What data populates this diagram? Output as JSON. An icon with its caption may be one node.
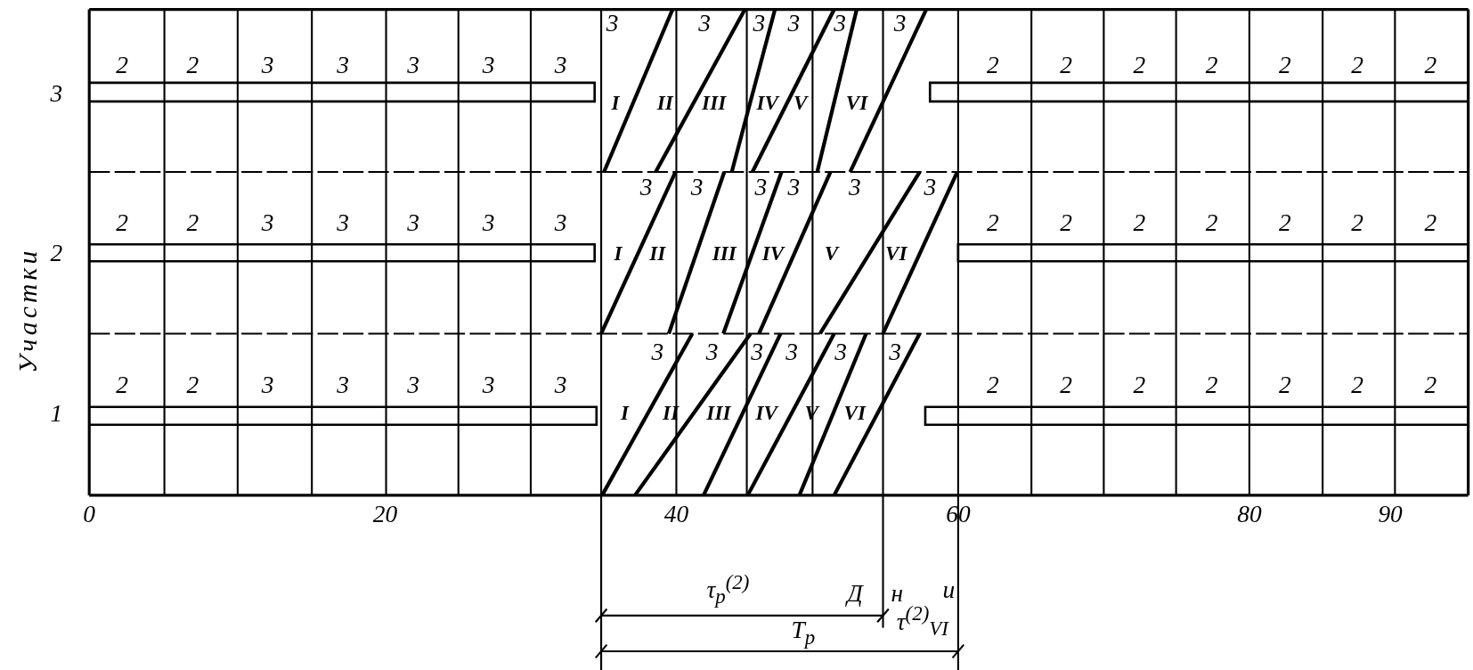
{
  "diagram": {
    "labels": [
      "Участки",
      "3",
      "2",
      "2",
      "3",
      "3",
      "3",
      "3",
      "3",
      "3",
      "3",
      "3",
      "3",
      "3",
      "3",
      "I",
      "II",
      "III",
      "IV",
      "V",
      "VI",
      "2",
      "2",
      "2",
      "2",
      "2",
      "2",
      "2",
      "2",
      "2",
      "2",
      "3",
      "3",
      "3",
      "3",
      "3",
      "3",
      "3",
      "3",
      "3",
      "3",
      "3",
      "I",
      "II",
      "III",
      "IV",
      "V",
      "VI",
      "2",
      "2",
      "2",
      "2",
      "2",
      "2",
      "2",
      "1",
      "2",
      "2",
      "3",
      "3",
      "3",
      "3",
      "3",
      "3",
      "3",
      "3",
      "3",
      "3",
      "3",
      "I",
      "II",
      "III",
      "IV",
      "V",
      "VI",
      "2",
      "2",
      "2",
      "2",
      "2",
      "2",
      "2",
      "0",
      "20",
      "40",
      "60",
      "80",
      "90",
      "τ$_{p}$$^{(2)}$",
      "Д",
      "н",
      "и",
      "T$_{p}$",
      "τ$^{(2)}$$_{VI}$"
    ]
  }
}
